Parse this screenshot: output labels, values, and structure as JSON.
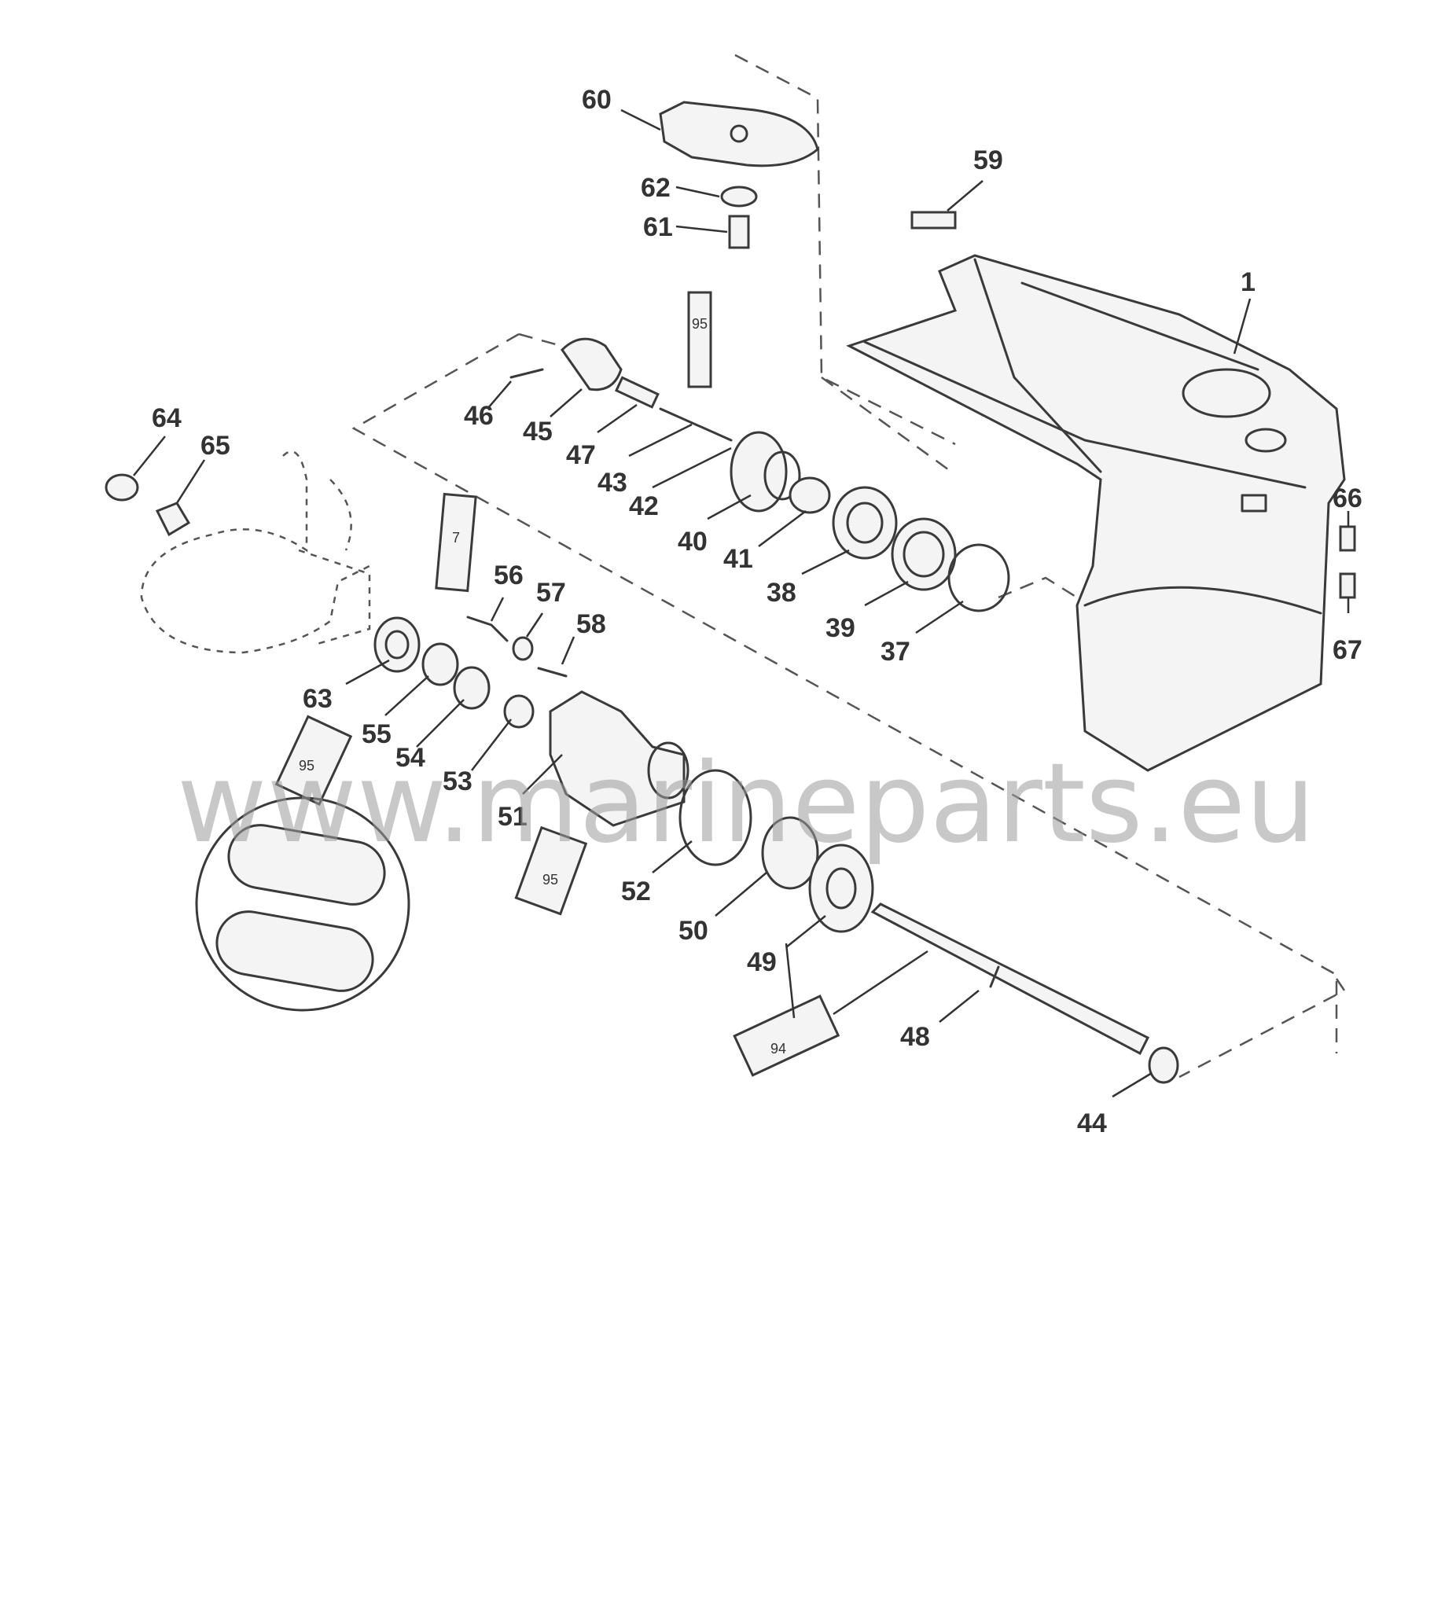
{
  "watermark": "www.marineparts.eu",
  "callouts": {
    "c1": "1",
    "c37": "37",
    "c38": "38",
    "c39": "39",
    "c40": "40",
    "c41": "41",
    "c42": "42",
    "c43": "43",
    "c44": "44",
    "c45": "45",
    "c46": "46",
    "c47": "47",
    "c48": "48",
    "c49": "49",
    "c50": "50",
    "c51": "51",
    "c52": "52",
    "c53": "53",
    "c54": "54",
    "c55": "55",
    "c56": "56",
    "c57": "57",
    "c58": "58",
    "c59": "59",
    "c60": "60",
    "c61": "61",
    "c62": "62",
    "c63": "63",
    "c64": "64",
    "c65": "65",
    "c66": "66",
    "c67": "67"
  },
  "tubes": {
    "t95a": "95",
    "t7": "7",
    "t95b": "95",
    "t95c": "95",
    "t94": "94"
  }
}
